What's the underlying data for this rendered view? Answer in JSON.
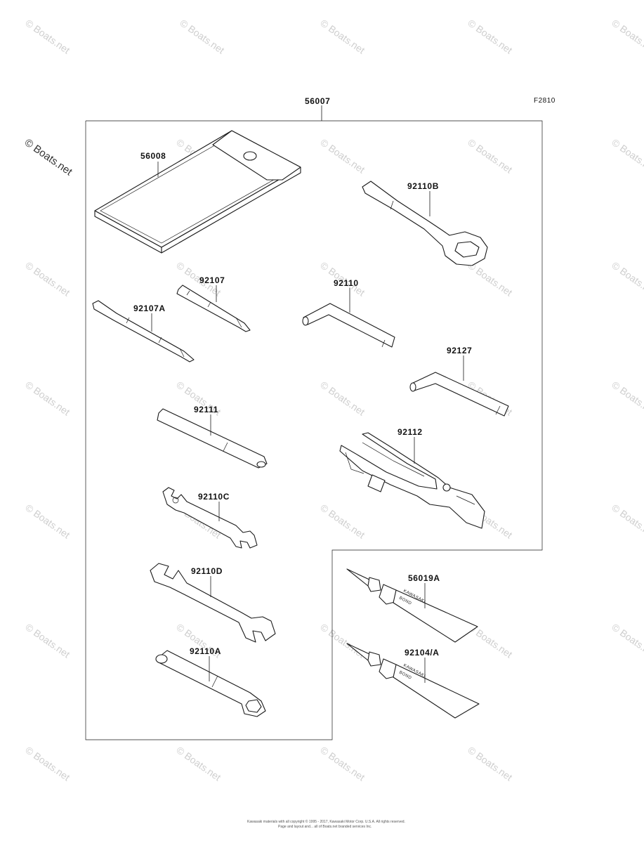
{
  "figure_id": "F2810",
  "watermark": "© Boats.net",
  "labels": {
    "kit": "56007",
    "pouch": "56008",
    "wrench_b": "92110B",
    "screwdriver": "92107",
    "screwdriver_a": "92107A",
    "hex_key": "92110",
    "hex_key_small": "92127",
    "handle": "92111",
    "pliers": "92112",
    "wrench_c": "92110C",
    "wrench_d": "92110D",
    "box_wrench": "92110A",
    "bond_a": "56019A",
    "bond_b": "92104/A"
  },
  "tube_brand": "KAWASAKI",
  "tube_type": "BOND",
  "footer": {
    "line1": "Kawasaki materials with all copyright © 1995 - 2017, Kawasaki Motor Corp. U.S.A. All rights reserved.",
    "line2": "Page and layout and... all of Boats.net branded services Inc."
  },
  "colors": {
    "line": "#1a1a1a",
    "watermark": "#cfcfcf"
  }
}
